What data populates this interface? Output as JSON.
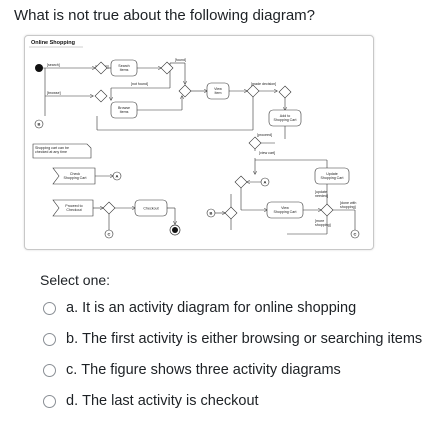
{
  "question": "What is not true about the following diagram?",
  "diagram": {
    "title": "Online Shopping",
    "labels": {
      "search_items": "Search\nItems",
      "browse_items": "Browse\nItems",
      "view_item": "View\nItem",
      "add_to_cart": "Add to\nShopping Cart",
      "update_cart": "Update\nShopping Cart",
      "view_cart": "View\nShopping Cart",
      "check_cart": "Check\nShopping Cart",
      "proceed_checkout": "Proceed to\nCheckout",
      "checkout": "Checkout",
      "note": "Shopping cart can be\nchecked at any time",
      "guard_search": "[search]",
      "guard_browse": "[browse]",
      "guard_found": "[found]",
      "guard_not_found": "[not found]",
      "guard_made_decision": "[made decision]",
      "guard_proceed": "[proceed]",
      "guard_view_cart": "[view cart]",
      "guard_update_needed": "[update\nneeded]",
      "guard_done_shopping": "[done with\nshopping]",
      "guard_more_shopping": "[more\nshopping]",
      "connector_a": "A",
      "connector_b": "B",
      "connector_c": "C"
    }
  },
  "select_label": "Select one:",
  "options": [
    {
      "letter": "a.",
      "text": "It is an activity diagram for online shopping"
    },
    {
      "letter": "b.",
      "text": "The first activity is either browsing or searching items"
    },
    {
      "letter": "c.",
      "text": "The figure shows three activity diagrams"
    },
    {
      "letter": "d.",
      "text": "The last activity is checkout"
    }
  ]
}
